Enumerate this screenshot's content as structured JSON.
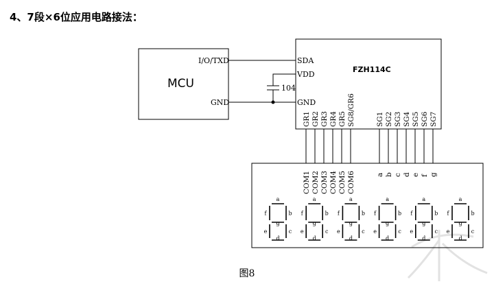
{
  "heading": "4、7段×6位应用电路接法：",
  "mcu": {
    "label": "MCU",
    "pins": {
      "io": "I/O/TXD",
      "gnd": "GND"
    }
  },
  "chip": {
    "name": "FZH114C",
    "pins": {
      "sda": "SDA",
      "vdd": "VDD",
      "gnd": "GND"
    },
    "grid_pins": [
      "GR1",
      "GR2",
      "GR3",
      "GR4",
      "GR5",
      "SG8/GR6"
    ],
    "segment_pins": [
      "SG1",
      "SG2",
      "SG3",
      "SG4",
      "SG5",
      "SG6",
      "SG7"
    ]
  },
  "capacitor": {
    "value": "104"
  },
  "display": {
    "commons": [
      "COM1",
      "COM2",
      "COM3",
      "COM4",
      "COM5",
      "COM6"
    ],
    "segments": [
      "a",
      "b",
      "c",
      "d",
      "e",
      "f",
      "g"
    ],
    "digit_count": 6,
    "digit_labels": {
      "a": "a",
      "b": "b",
      "c": "c",
      "d": "d",
      "e": "e",
      "f": "f",
      "g": "g"
    }
  },
  "caption": "图8",
  "colors": {
    "line": "#000000",
    "watermark": "#e2e2e2"
  }
}
